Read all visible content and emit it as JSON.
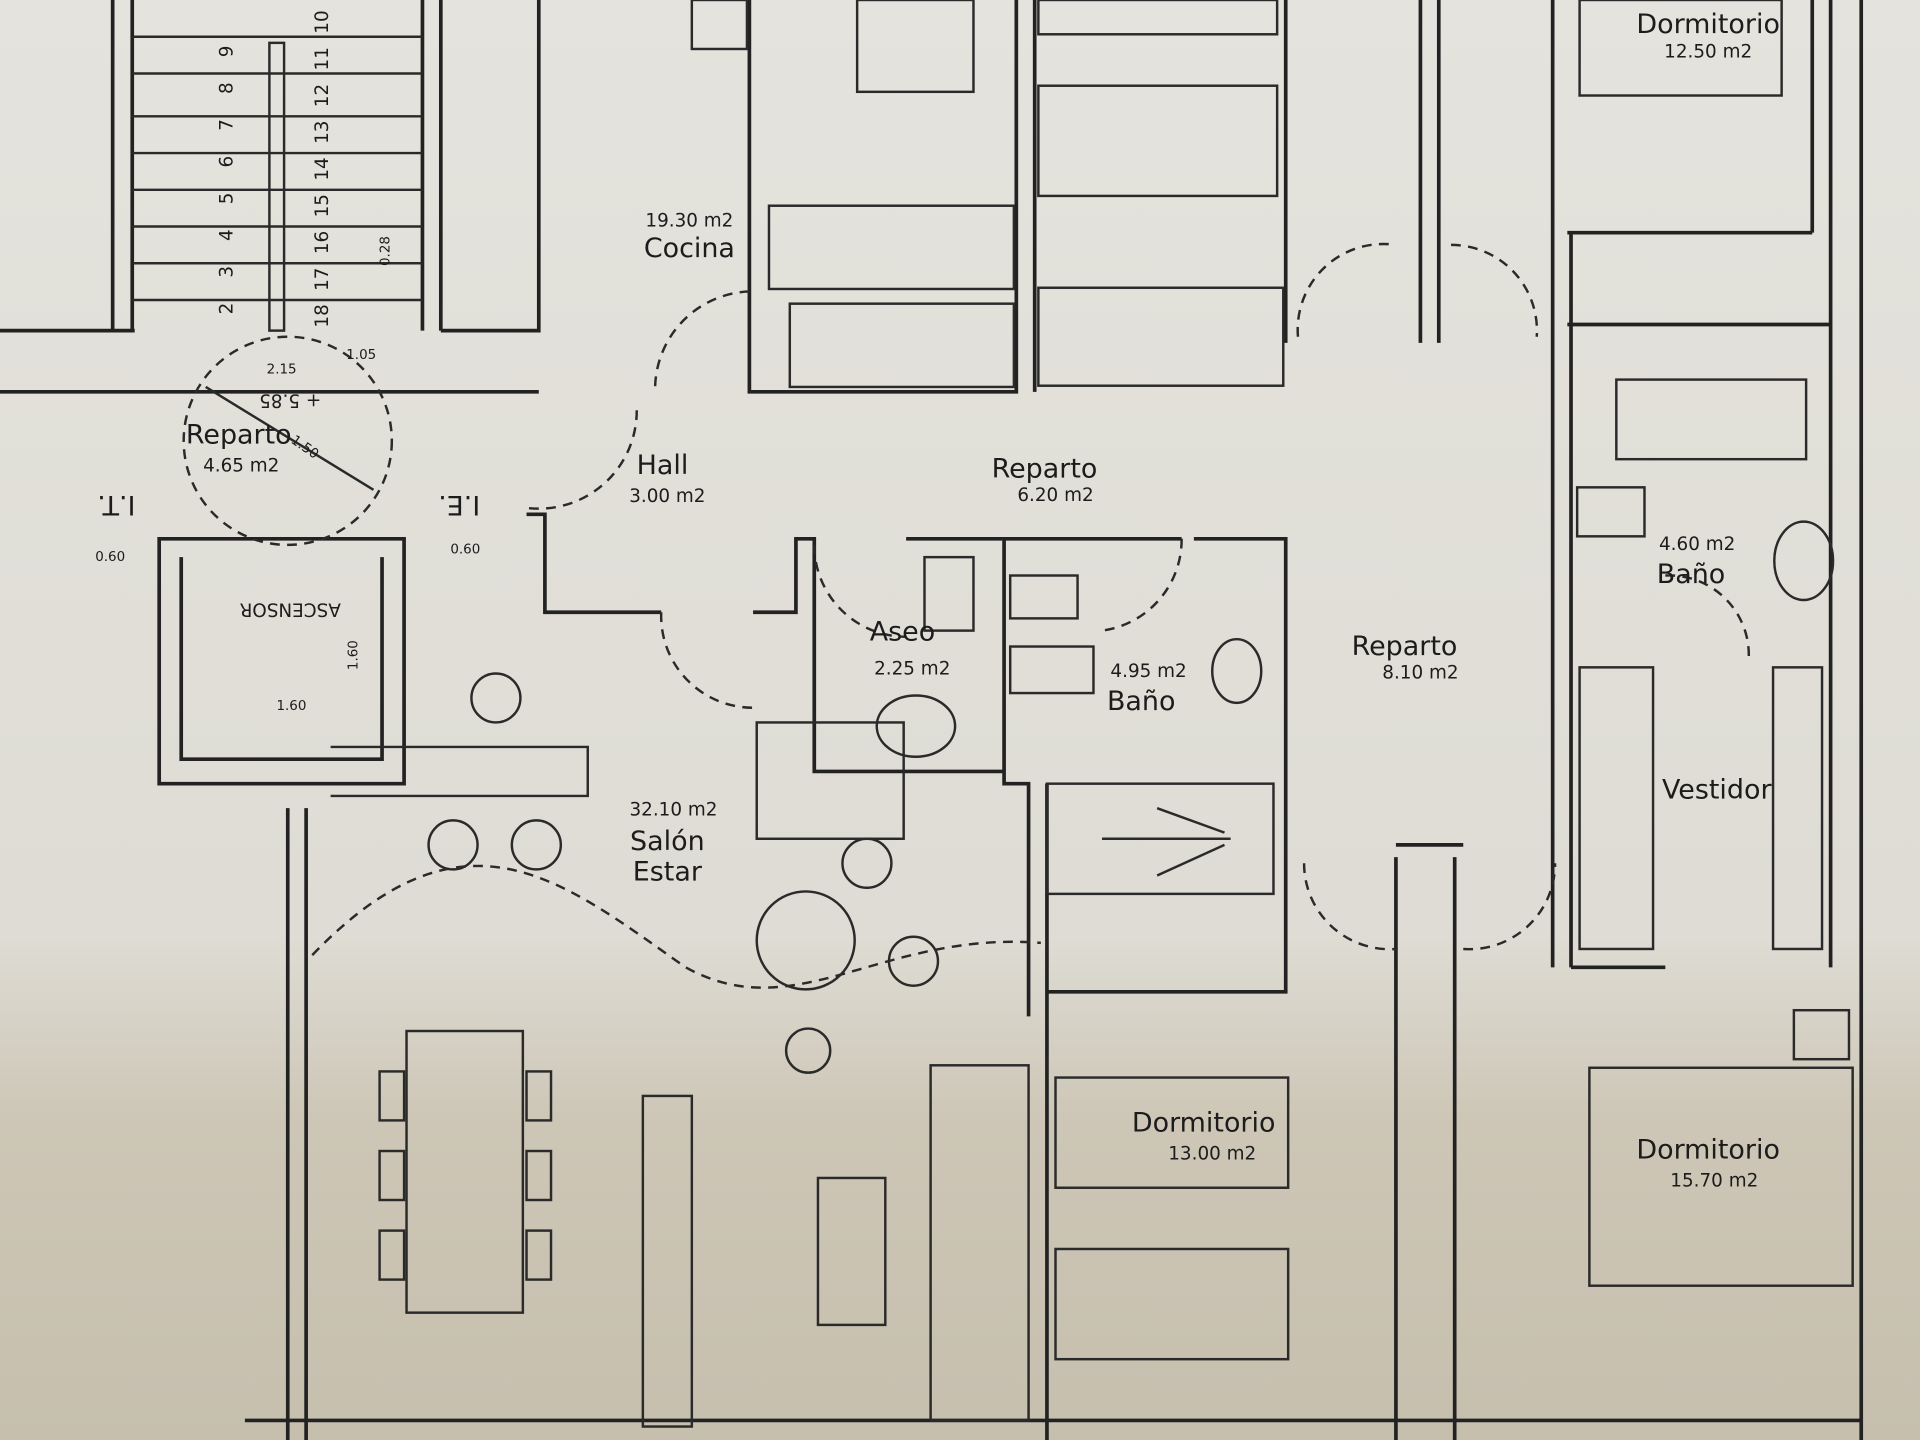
{
  "plan": {
    "rooms": {
      "cocina": {
        "name": "Cocina",
        "area": "19.30 m2"
      },
      "dormitorio_ne": {
        "name": "Dormitorio",
        "area": "12.50 m2"
      },
      "reparto_1": {
        "name": "Reparto",
        "area": "4.65 m2"
      },
      "hall": {
        "name": "Hall",
        "area": "3.00 m2"
      },
      "reparto_2": {
        "name": "Reparto",
        "area": "6.20 m2"
      },
      "aseo": {
        "name": "Aseo",
        "area": "2.25 m2"
      },
      "bano_1": {
        "name": "Baño",
        "area": "4.95 m2"
      },
      "reparto_3": {
        "name": "Reparto",
        "area": "8.10 m2"
      },
      "bano_2": {
        "name": "Baño",
        "area": "4.60 m2"
      },
      "vestidor": {
        "name": "Vestidor"
      },
      "salon": {
        "name1": "Salón",
        "name2": "Estar",
        "area": "32.10 m2"
      },
      "dormitorio_s": {
        "name": "Dormitorio",
        "area": "13.00 m2"
      },
      "dormitorio_se": {
        "name": "Dormitorio",
        "area": "15.70 m2"
      }
    },
    "elevator": "ASCENSOR",
    "it_label": "I.T.",
    "ie_label": "I.E.",
    "dimensions": {
      "d215": "2.15",
      "d105": "1.05",
      "level": "+ 5.85",
      "d150": "1.50",
      "d060a": "0.60",
      "d060b": "0.60",
      "d160h": "1.60",
      "d160v": "1.60",
      "d028": "0.28"
    },
    "stairs_left": [
      "9",
      "8",
      "7",
      "6",
      "5",
      "4",
      "3",
      "2"
    ],
    "stairs_right": [
      "10",
      "11",
      "12",
      "13",
      "14",
      "15",
      "16",
      "17",
      "18"
    ]
  }
}
